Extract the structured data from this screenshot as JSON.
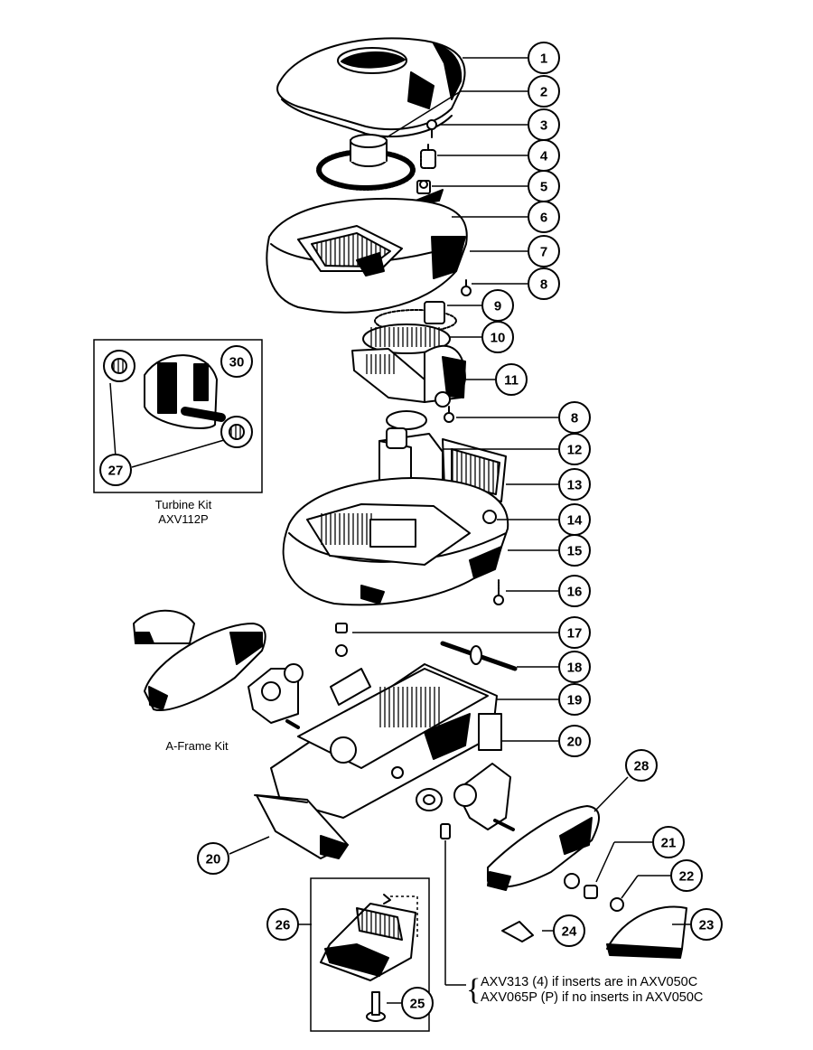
{
  "callouts": [
    "1",
    "2",
    "3",
    "4",
    "5",
    "6",
    "7",
    "8",
    "9",
    "10",
    "11",
    "8",
    "12",
    "13",
    "14",
    "15",
    "16",
    "17",
    "18",
    "19",
    "20",
    "30",
    "27",
    "20",
    "28",
    "21",
    "22",
    "23",
    "24",
    "25",
    "26"
  ],
  "labels": {
    "turbine_kit_line1": "Turbine Kit",
    "turbine_kit_line2": "AXV112P",
    "a_frame_kit": "A-Frame Kit"
  },
  "note": {
    "line1": "AXV313 (4) if inserts are in AXV050C",
    "line2": "AXV065P (P) if no inserts in AXV050C"
  }
}
